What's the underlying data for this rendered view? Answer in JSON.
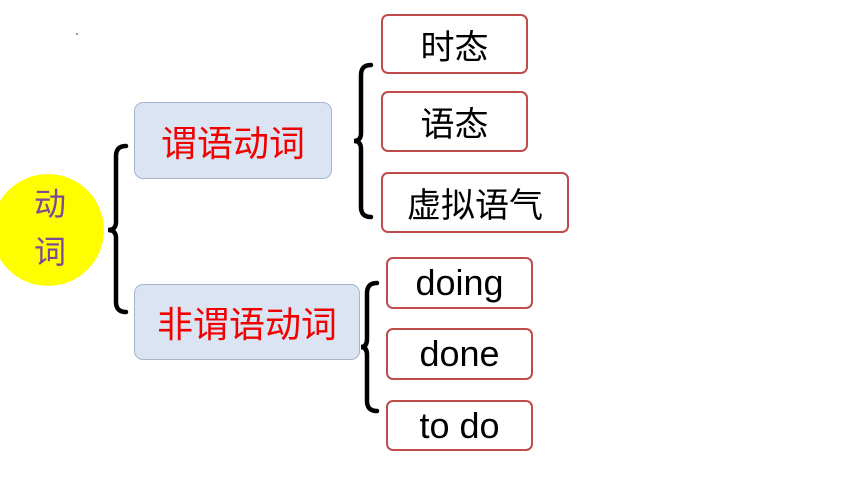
{
  "root": {
    "char1": "动",
    "char2": "词"
  },
  "categories": {
    "finite": {
      "label": "谓语动词",
      "items": [
        "时态",
        "语态",
        "虚拟语气"
      ]
    },
    "nonfinite": {
      "label": "非谓语动词",
      "items": [
        "doing",
        "done",
        "to do"
      ]
    }
  },
  "colors": {
    "root_fill": "#fefe00",
    "root_text": "#7a4a96",
    "category_fill": "#dae4f3",
    "category_text": "#f20000",
    "leaf_border": "#bf4b4b",
    "bracket": "#000000"
  }
}
